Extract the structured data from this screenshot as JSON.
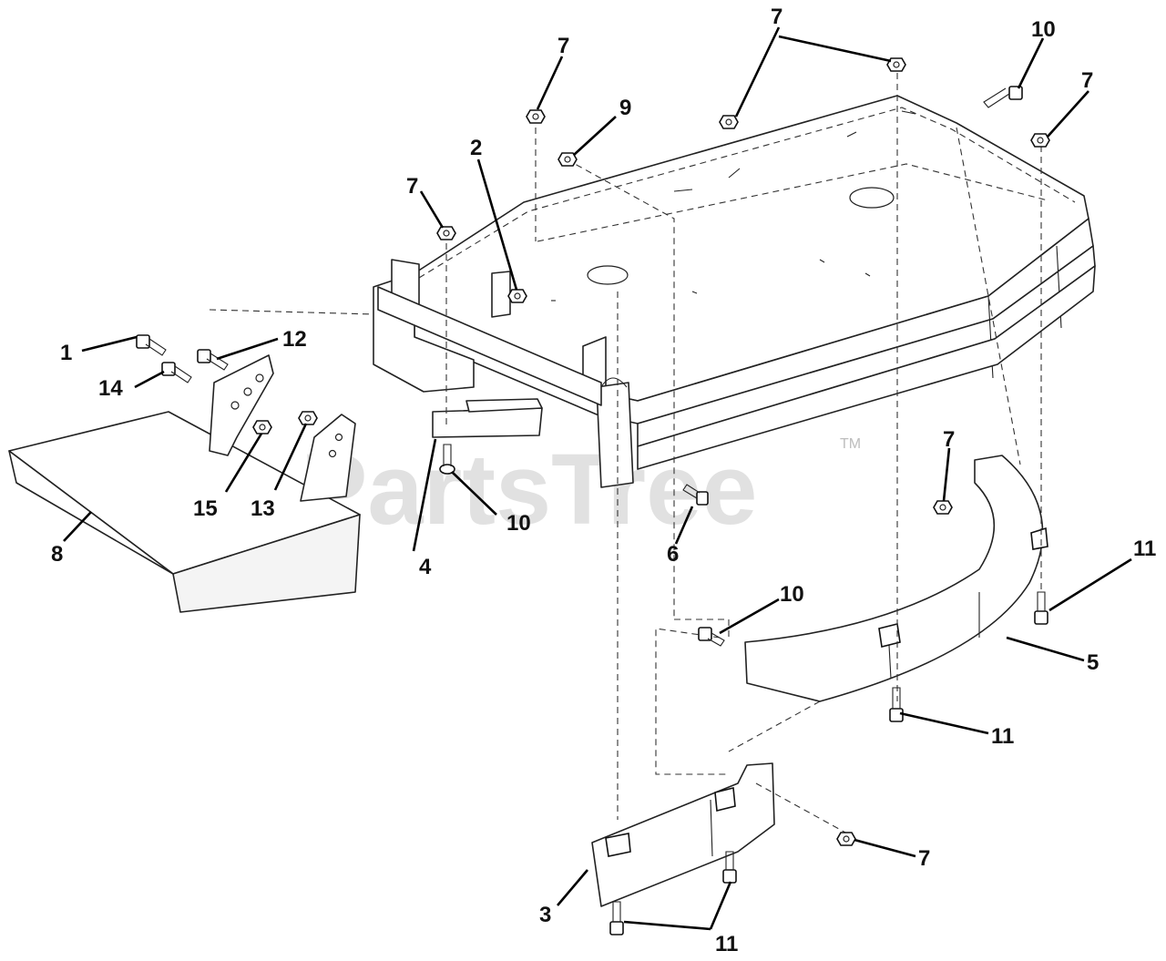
{
  "watermark": {
    "text": "PartsTree",
    "trademark": "TM"
  },
  "callouts": [
    {
      "id": "c7a",
      "text": "7"
    },
    {
      "id": "c7b",
      "text": "7"
    },
    {
      "id": "c7c",
      "text": "7"
    },
    {
      "id": "c7d",
      "text": "7"
    },
    {
      "id": "c7e",
      "text": "7"
    },
    {
      "id": "c7f",
      "text": "7"
    },
    {
      "id": "c10a",
      "text": "10"
    },
    {
      "id": "c10b",
      "text": "10"
    },
    {
      "id": "c10c",
      "text": "10"
    },
    {
      "id": "c9",
      "text": "9"
    },
    {
      "id": "c2",
      "text": "2"
    },
    {
      "id": "c1",
      "text": "1"
    },
    {
      "id": "c12",
      "text": "12"
    },
    {
      "id": "c14",
      "text": "14"
    },
    {
      "id": "c15",
      "text": "15"
    },
    {
      "id": "c13",
      "text": "13"
    },
    {
      "id": "c8",
      "text": "8"
    },
    {
      "id": "c4",
      "text": "4"
    },
    {
      "id": "c6",
      "text": "6"
    },
    {
      "id": "c11a",
      "text": "11"
    },
    {
      "id": "c11b",
      "text": "11"
    },
    {
      "id": "c11c",
      "text": "11"
    },
    {
      "id": "c5",
      "text": "5"
    },
    {
      "id": "c3",
      "text": "3"
    }
  ]
}
